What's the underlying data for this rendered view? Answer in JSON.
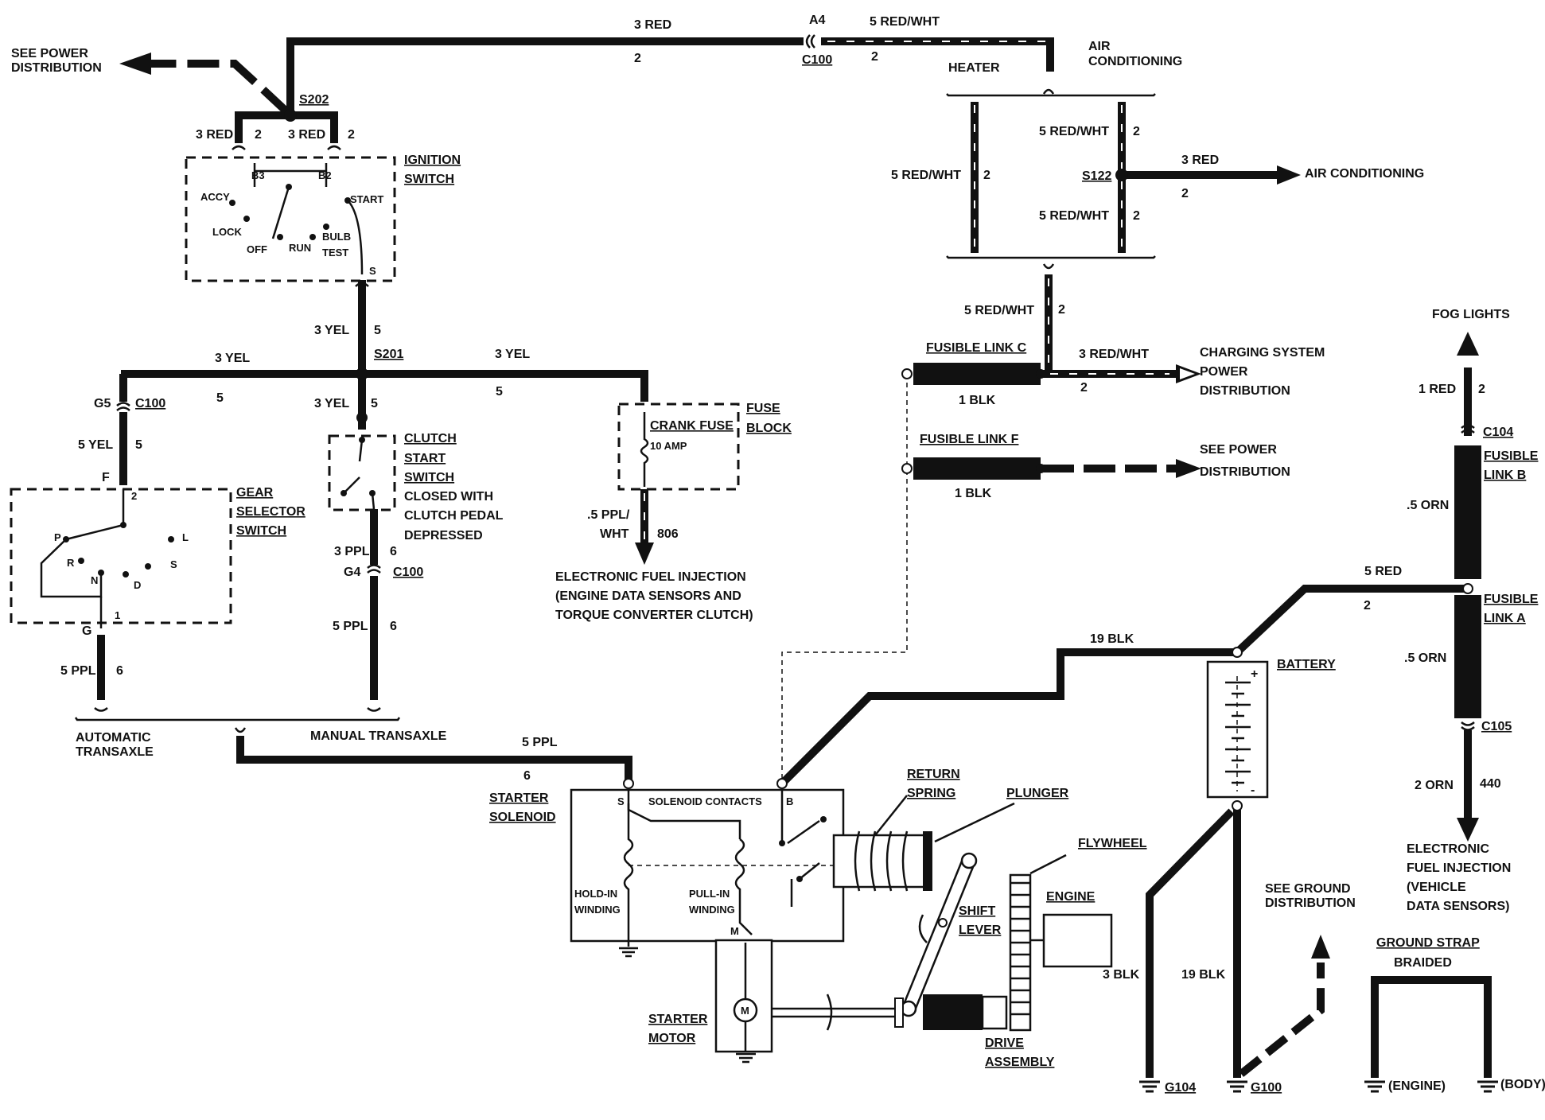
{
  "labels": {
    "see_power_distribution_top": [
      "SEE POWER",
      "DISTRIBUTION"
    ],
    "red3_top": "3 RED",
    "n2_top": "2",
    "a4": "A4",
    "c100_top": "C100",
    "red_wht_top": "5 RED/WHT",
    "n2_top2": "2",
    "heater": "HEATER",
    "air_conditioning_top": [
      "AIR",
      "CONDITIONING"
    ],
    "s202": "S202",
    "red3_left": "3 RED",
    "n2_left": "2",
    "red3_right": "3 RED",
    "n2_right": "2",
    "ignition_switch": [
      "IGNITION",
      "SWITCH"
    ],
    "b3": "B3",
    "b2": "B2",
    "accy": "ACCY",
    "start": "START",
    "lock": "LOCK",
    "off": "OFF",
    "run": "RUN",
    "bulb_test": [
      "BULB",
      "TEST"
    ],
    "s_pin": "S",
    "rw_left": "5 RED/WHT",
    "rw_left_n": "2",
    "rw_right_top": "5 RED/WHT",
    "rw_right_top_n": "2",
    "s122": "S122",
    "red3_ac": "3 RED",
    "n2_ac": "2",
    "air_conditioning_right": "AIR CONDITIONING",
    "rw_right_bot": "5 RED/WHT",
    "rw_right_bot_n": "2",
    "rw_mid": "5 RED/WHT",
    "rw_mid_n": "2",
    "fusible_link_c": "FUSIBLE LINK C",
    "rw3": "3 RED/WHT",
    "rw3_n": "2",
    "charging": [
      "CHARGING SYSTEM",
      "POWER",
      "DISTRIBUTION"
    ],
    "blk_c": "1 BLK",
    "fusible_link_f": "FUSIBLE LINK F",
    "see_power_distribution_mid": [
      "SEE POWER",
      "DISTRIBUTION"
    ],
    "blk_f": "1 BLK",
    "yel3_top": "3 YEL",
    "n5_top": "5",
    "s201": "S201",
    "yel3_left": "3 YEL",
    "n5_left": "5",
    "yel3_right": "3 YEL",
    "n5_right": "5",
    "g5": "G5",
    "c100_g5": "C100",
    "yel3_clutch": "3 YEL",
    "n5_clutch": "5",
    "clutch": [
      "CLUTCH",
      "START",
      "SWITCH",
      "CLOSED WITH",
      "CLUTCH PEDAL",
      "DEPRESSED"
    ],
    "crank_fuse": "CRANK FUSE",
    "amp10": "10 AMP",
    "fuse_block": [
      "FUSE",
      "BLOCK"
    ],
    "yel5": "5 YEL",
    "n5_yel5": "5",
    "f_pin": "F",
    "n2_gear": "2",
    "gear_selector": [
      "GEAR",
      "SELECTOR",
      "SWITCH"
    ],
    "p": "P",
    "r": "R",
    "n": "N",
    "d": "D",
    "l": "L",
    "s_gear": "S",
    "n1_gear": "1",
    "ppl_wht": [
      ".5 PPL/",
      "WHT"
    ],
    "n806": "806",
    "efi_top": [
      "ELECTRONIC FUEL INJECTION",
      "(ENGINE DATA SENSORS AND",
      "TORQUE CONVERTER CLUTCH)"
    ],
    "ppl3": "3 PPL",
    "n6_ppl3": "6",
    "g4": "G4",
    "c100_g4": "C100",
    "g_pin": "G",
    "ppl5_left": "5 PPL",
    "n6_left": "6",
    "ppl5_mid": "5 PPL",
    "n6_mid": "6",
    "automatic": [
      "AUTOMATIC",
      "TRANSAXLE"
    ],
    "manual": "MANUAL TRANSAXLE",
    "ppl5_bot": "5 PPL",
    "n6_bot": "6",
    "starter_solenoid": [
      "STARTER",
      "SOLENOID"
    ],
    "s_sol": "S",
    "solenoid_contacts": "SOLENOID CONTACTS",
    "b_sol": "B",
    "hold_in": [
      "HOLD-IN",
      "WINDING"
    ],
    "pull_in": [
      "PULL-IN",
      "WINDING"
    ],
    "m_sol": "M",
    "return_spring": [
      "RETURN",
      "SPRING"
    ],
    "plunger": "PLUNGER",
    "flywheel": "FLYWHEEL",
    "shift_lever": [
      "SHIFT",
      "LEVER"
    ],
    "engine": "ENGINE",
    "starter_motor": [
      "STARTER",
      "MOTOR"
    ],
    "motor_m": "M",
    "drive_assembly": [
      "DRIVE",
      "ASSEMBLY"
    ],
    "blk19_top": "19 BLK",
    "battery": "BATTERY",
    "red5": "5 RED",
    "n2_red5": "2",
    "fusible_link_a": [
      "FUSIBLE",
      "LINK A"
    ],
    "orn5_a": ".5 ORN",
    "c105": "C105",
    "orn2": "2 ORN",
    "n440": "440",
    "efi_right": [
      "ELECTRONIC",
      "FUEL INJECTION",
      "(VEHICLE",
      "DATA SENSORS)"
    ],
    "fog_lights": "FOG LIGHTS",
    "red1": "1 RED",
    "n2_red1": "2",
    "c104": "C104",
    "fusible_link_b": [
      "FUSIBLE",
      "LINK B"
    ],
    "orn5_b": ".5 ORN",
    "see_ground": [
      "SEE GROUND",
      "DISTRIBUTION"
    ],
    "blk3": "3 BLK",
    "blk19_bot": "19 BLK",
    "g104": "G104",
    "g100": "G100",
    "ground_strap": "GROUND STRAP",
    "braided": "BRAIDED",
    "engine_gnd": "(ENGINE)",
    "body_gnd": "(BODY)",
    "plus": "+",
    "minus": "-"
  }
}
